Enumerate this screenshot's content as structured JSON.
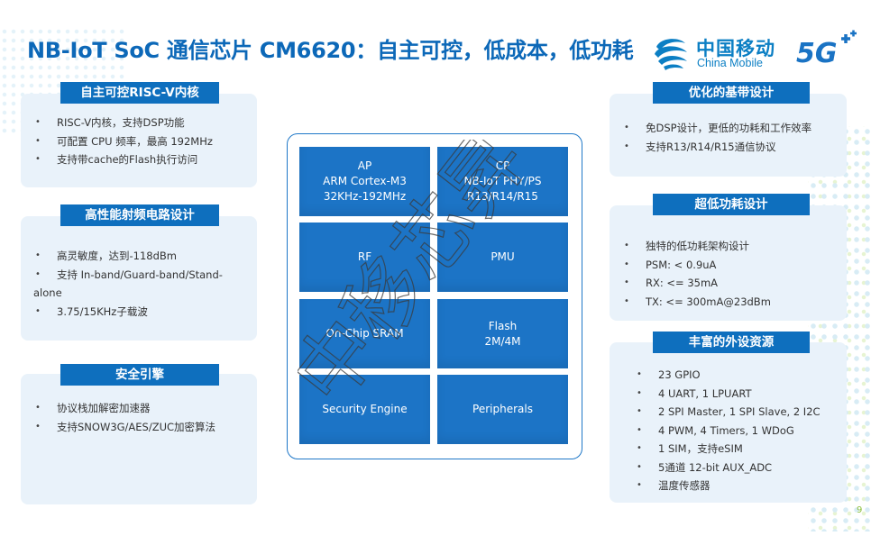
{
  "title": "NB-IoT SoC 通信芯片 CM6620：自主可控，低成本，低功耗",
  "logo": {
    "cn": "中国移动",
    "en": "China Mobile",
    "badge": "5G"
  },
  "left_cards": [
    {
      "head": "自主可控RISC-V内核",
      "items": [
        "RISC-V内核，支持DSP功能",
        "可配置 CPU 频率，最高 192MHz",
        "支持带cache的Flash执行访问"
      ]
    },
    {
      "head": "高性能射频电路设计",
      "items": [
        "高灵敏度，达到-118dBm",
        "支持 In-band/Guard-band/Stand-",
        "3.75/15KHz子载波"
      ],
      "wrap_tail": "alone"
    },
    {
      "head": "安全引擎",
      "items": [
        "协议栈加解密加速器",
        "支持SNOW3G/AES/ZUC加密算法"
      ]
    }
  ],
  "right_cards": [
    {
      "head": "优化的基带设计",
      "items": [
        "免DSP设计，更低的功耗和工作效率",
        "支持R13/R14/R15通信协议"
      ]
    },
    {
      "head": "超低功耗设计",
      "items": [
        "独特的低功耗架构设计",
        "PSM: < 0.9uA",
        "RX: <= 35mA",
        "TX: <= 300mA@23dBm"
      ]
    },
    {
      "head": "丰富的外设资源",
      "items": [
        "23 GPIO",
        "4 UART, 1 LPUART",
        "2 SPI Master, 1 SPI Slave, 2 I2C",
        "4 PWM, 4 Timers, 1 WDoG",
        "1 SIM，支持eSIM",
        "5通道 12-bit AUX_ADC",
        "温度传感器"
      ]
    }
  ],
  "chip_blocks": {
    "ap": [
      "AP",
      "ARM Cortex-M3",
      "32KHz-192MHz"
    ],
    "cp": [
      "CP",
      "NB-IoT PHY/PS",
      "R13/R14/R15"
    ],
    "rf": "RF",
    "pmu": "PMU",
    "sram": "On-Chip SRAM",
    "flash": [
      "Flash",
      "2M/4M"
    ],
    "security": "Security Engine",
    "peripherals": "Peripherals"
  },
  "watermark": "中移芯昇",
  "page_number": "9",
  "colors": {
    "primary": "#0e6fbe",
    "card_bg": "#e9f2fa",
    "block": "#1c74c6",
    "accent_green": "#8bbf3a"
  }
}
